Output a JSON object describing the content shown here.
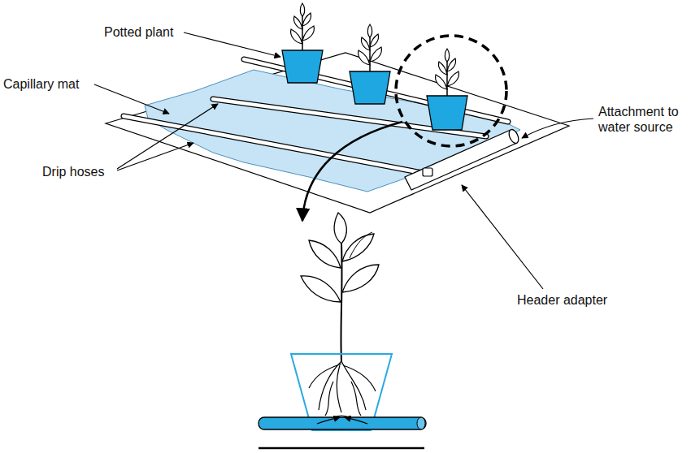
{
  "diagram": {
    "labels": [
      "Potted plant",
      "Capillary mat",
      "Drip hoses",
      "Attachment to water source",
      "Header adapter"
    ]
  }
}
